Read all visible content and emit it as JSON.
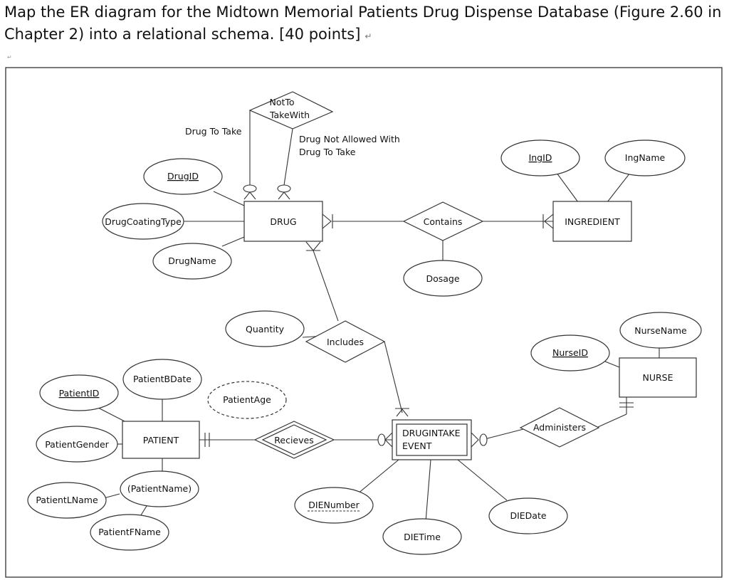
{
  "question": {
    "text": "Map the ER diagram for the Midtown Memorial Patients Drug Dispense Database (Figure 2.60 in Chapter 2) into a relational schema. [40 points]",
    "end_mark": "↵",
    "small_mark": "↵"
  },
  "diagram": {
    "entities": {
      "drug": "DRUG",
      "ingredient": "INGREDIENT",
      "nurse": "NURSE",
      "patient": "PATIENT",
      "drugintake_line1": "DRUGINTAKE",
      "drugintake_line2": "EVENT"
    },
    "relationships": {
      "notto_line1": "NotTo",
      "notto_line2": "TakeWith",
      "contains": "Contains",
      "includes": "Includes",
      "recieves": "Recieves",
      "administers": "Administers"
    },
    "attributes": {
      "drug_id": "DrugID",
      "drug_coating_type": "DrugCoatingType",
      "drug_name": "DrugName",
      "ing_id": "IngID",
      "ing_name": "IngName",
      "dosage": "Dosage",
      "quantity": "Quantity",
      "nurse_name": "NurseName",
      "nurse_id": "NurseID",
      "patient_bdate": "PatientBDate",
      "patient_id": "PatientID",
      "patient_age": "PatientAge",
      "patient_gender": "PatientGender",
      "patient_name": "(PatientName)",
      "patient_lname": "PatientLName",
      "patient_fname": "PatientFName",
      "die_number": "DIENumber",
      "die_date": "DIEDate",
      "die_time": "DIETime"
    },
    "role_labels": {
      "drug_to_take": "Drug To Take",
      "not_allowed_line1": "Drug Not Allowed With",
      "not_allowed_line2": "Drug To Take"
    }
  }
}
